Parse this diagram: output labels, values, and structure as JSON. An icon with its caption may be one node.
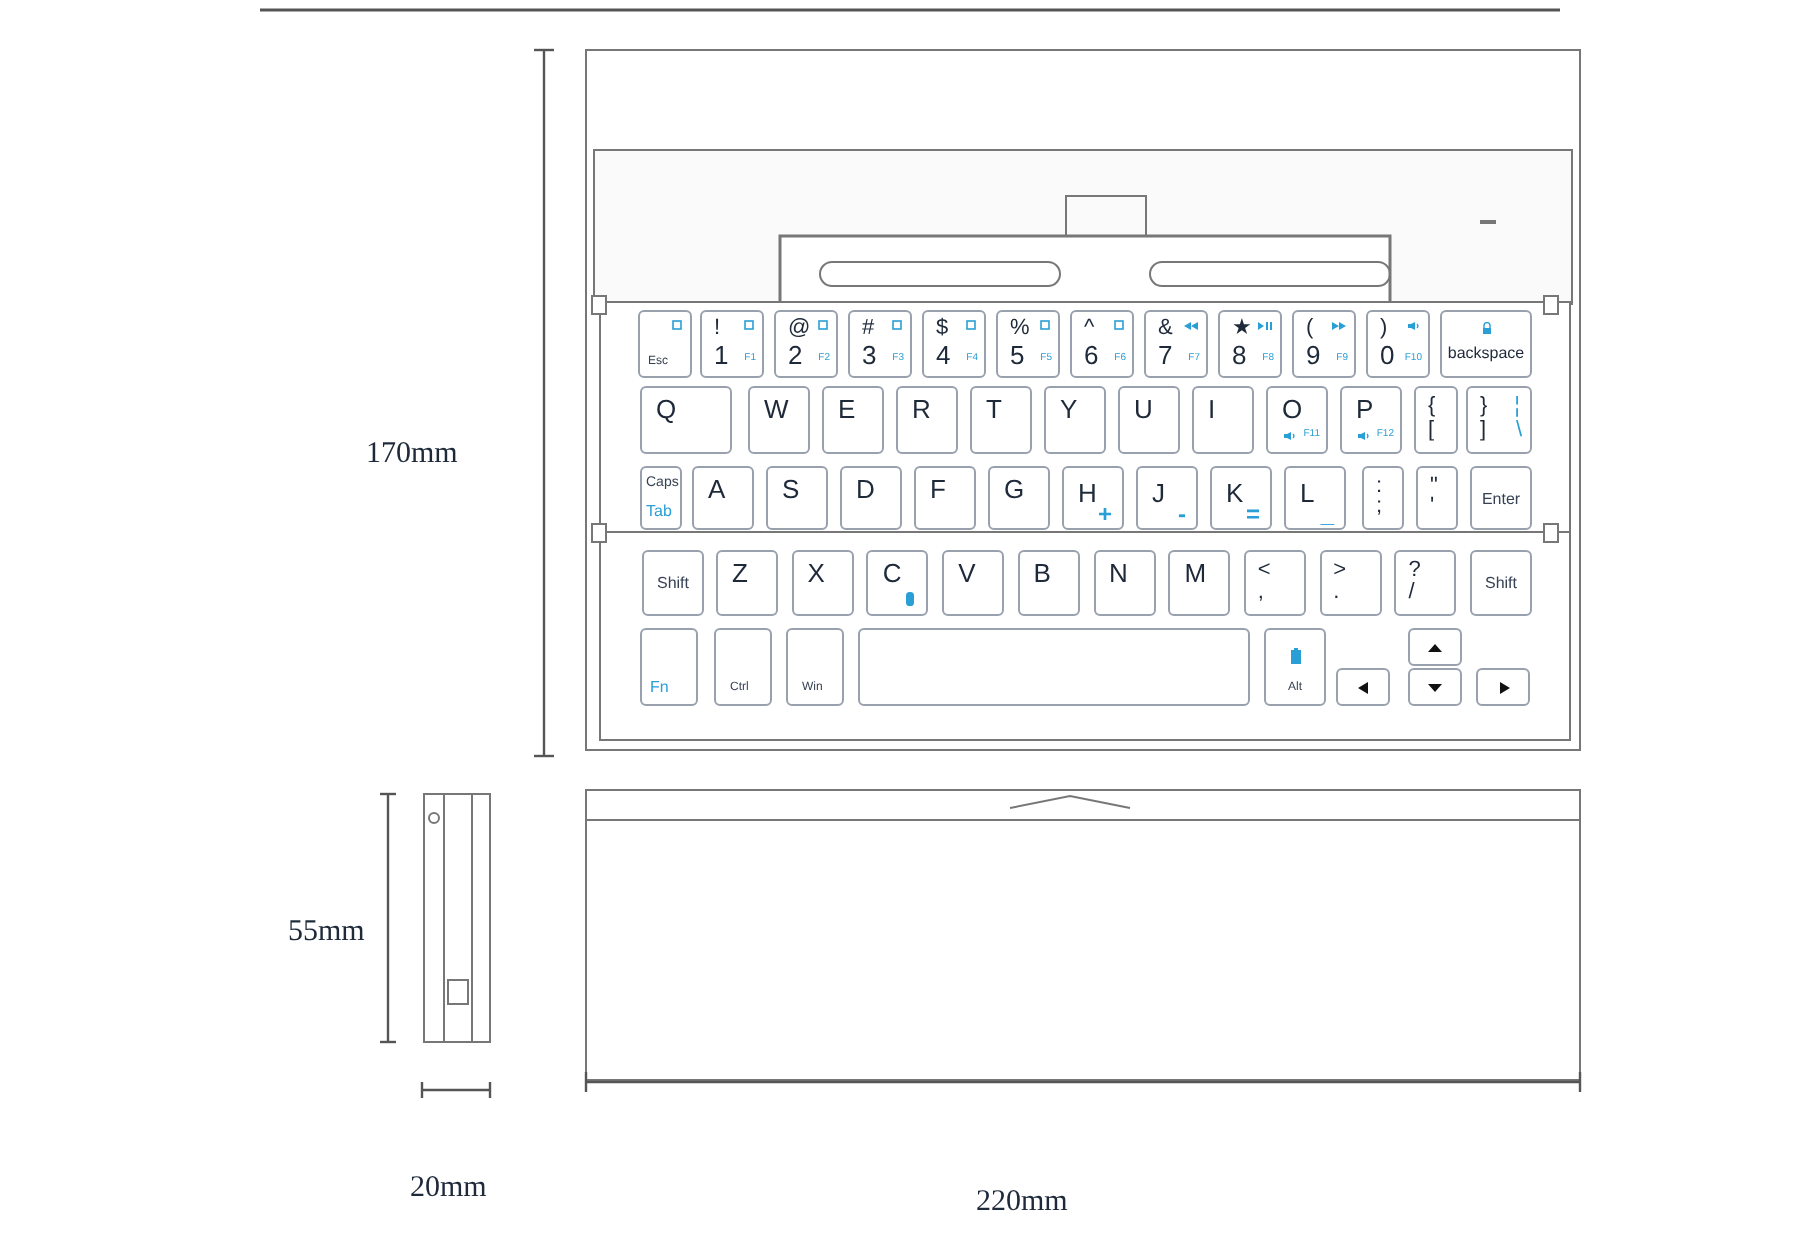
{
  "diagram": {
    "nodes": [
      {
        "text": [
          "Esc"
        ]
      },
      {
        "text": [
          "!",
          "1",
          "F1"
        ]
      },
      {
        "text": [
          "@",
          "2",
          "F2"
        ]
      },
      {
        "text": [
          "#",
          "3",
          "F3"
        ]
      },
      {
        "text": [
          "$",
          "4",
          "F4"
        ]
      },
      {
        "text": [
          "%",
          "5",
          "F5"
        ]
      },
      {
        "text": [
          "^",
          "6",
          "F6"
        ]
      },
      {
        "text": [
          "&",
          "7",
          "F7"
        ]
      },
      {
        "text": [
          "★",
          "8",
          "F8"
        ]
      },
      {
        "text": [
          "(",
          "9",
          "F9"
        ]
      },
      {
        "text": [
          ")",
          "0",
          "F10"
        ]
      },
      {
        "text": [
          "backspace"
        ]
      },
      {
        "text": [
          "Q"
        ]
      },
      {
        "text": [
          "W"
        ]
      },
      {
        "text": [
          "E"
        ]
      },
      {
        "text": [
          "R"
        ]
      },
      {
        "text": [
          "T"
        ]
      },
      {
        "text": [
          "Y"
        ]
      },
      {
        "text": [
          "U"
        ]
      },
      {
        "text": [
          "I"
        ]
      },
      {
        "text": [
          "O",
          "F11"
        ]
      },
      {
        "text": [
          "P",
          "F12"
        ]
      },
      {
        "text": [
          "{",
          "["
        ]
      },
      {
        "text": [
          "}",
          "]",
          "¦",
          "\\"
        ]
      },
      {
        "text": [
          "Caps",
          "Tab"
        ]
      },
      {
        "text": [
          "A"
        ]
      },
      {
        "text": [
          "S"
        ]
      },
      {
        "text": [
          "D"
        ]
      },
      {
        "text": [
          "F"
        ]
      },
      {
        "text": [
          "G"
        ]
      },
      {
        "text": [
          "H",
          "+"
        ]
      },
      {
        "text": [
          "J",
          "-"
        ]
      },
      {
        "text": [
          "K",
          "="
        ]
      },
      {
        "text": [
          "L",
          "_"
        ]
      },
      {
        "text": [
          ":",
          ";"
        ]
      },
      {
        "text": [
          "\"",
          "'"
        ]
      },
      {
        "text": [
          "Enter"
        ]
      },
      {
        "text": [
          "Shift"
        ]
      },
      {
        "text": [
          "Z"
        ]
      },
      {
        "text": [
          "X"
        ]
      },
      {
        "text": [
          "C"
        ]
      },
      {
        "text": [
          "V"
        ]
      },
      {
        "text": [
          "B"
        ]
      },
      {
        "text": [
          "N"
        ]
      },
      {
        "text": [
          "M"
        ]
      },
      {
        "text": [
          "<",
          ","
        ]
      },
      {
        "text": [
          ">",
          "."
        ]
      },
      {
        "text": [
          "?",
          "/"
        ]
      },
      {
        "text": [
          "Shift"
        ]
      },
      {
        "text": [
          "Fn"
        ]
      },
      {
        "text": [
          "Ctrl"
        ]
      },
      {
        "text": [
          "Win"
        ]
      },
      {
        "text": [],
        "shape": "box"
      },
      {
        "text": [
          "Alt"
        ]
      },
      {
        "text": [],
        "shape": "box"
      },
      {
        "text": [],
        "shape": "box"
      },
      {
        "text": [],
        "shape": "box"
      },
      {
        "text": [],
        "shape": "box"
      }
    ],
    "labels": [
      "170mm",
      "55mm",
      "20mm",
      "220mm"
    ]
  }
}
